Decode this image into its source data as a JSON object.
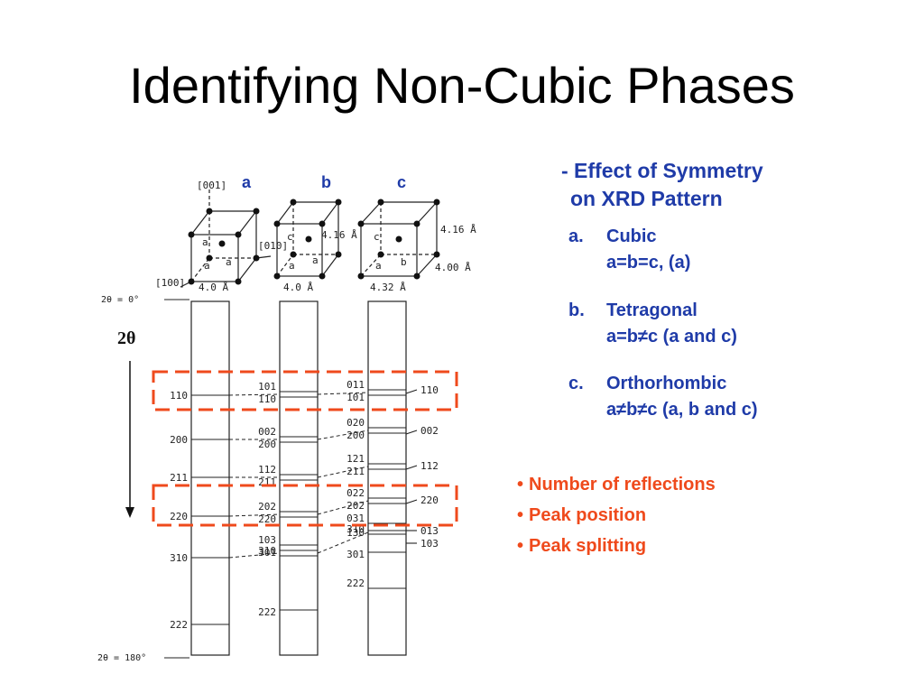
{
  "title": "Identifying Non-Cubic Phases",
  "diagram": {
    "axis_001": "[001]",
    "axis_010": "[010]",
    "axis_100": "[100]",
    "cell_a": {
      "letter": "a",
      "lattice": "4.0 Å",
      "edge_label_a1": "a",
      "edge_label_a2": "a",
      "edge_label_a3": "a"
    },
    "cell_b": {
      "letter": "b",
      "lattice": "4.0 Å",
      "c_label": "4.16 Å",
      "edge_c": "c",
      "edge_a1": "a",
      "edge_a2": "a"
    },
    "cell_c": {
      "letter": "c",
      "lattice": "4.32 Å",
      "c_label": "4.16 Å",
      "b_label": "4.00 Å",
      "edge_c": "c",
      "edge_a": "a",
      "edge_b": "b"
    },
    "two_theta_start": "2θ = 0°",
    "two_theta_end": "2θ = 180°",
    "two_theta_axis": "2θ",
    "col_a_labels": [
      "110",
      "200",
      "211",
      "220",
      "310",
      "222"
    ],
    "col_b_labels": [
      "101",
      "110",
      "002",
      "200",
      "112",
      "211",
      "202",
      "220",
      "103",
      "301",
      "310",
      "222"
    ],
    "col_c_labels_left": [
      "011",
      "101",
      "020",
      "200",
      "121",
      "211",
      "022",
      "202",
      "031",
      "130",
      "310",
      "301",
      "222"
    ],
    "col_c_labels_right": [
      "110",
      "002",
      "112",
      "220",
      "013",
      "103"
    ]
  },
  "panel": {
    "heading_line1": "- Effect of Symmetry",
    "heading_line2": "on XRD Pattern",
    "cases": [
      {
        "letter": "a.",
        "name": "Cubic",
        "desc": "a=b=c, (a)"
      },
      {
        "letter": "b.",
        "name": "Tetragonal",
        "desc": "a=b≠c (a and c)"
      },
      {
        "letter": "c.",
        "name": "Orthorhombic",
        "desc": "a≠b≠c (a, b and c)"
      }
    ]
  },
  "bullets": [
    "Number of reflections",
    "Peak position",
    "Peak splitting"
  ],
  "colors": {
    "title": "#000000",
    "panel_text": "#1f3ba8",
    "highlight": "#ef4a1c"
  }
}
